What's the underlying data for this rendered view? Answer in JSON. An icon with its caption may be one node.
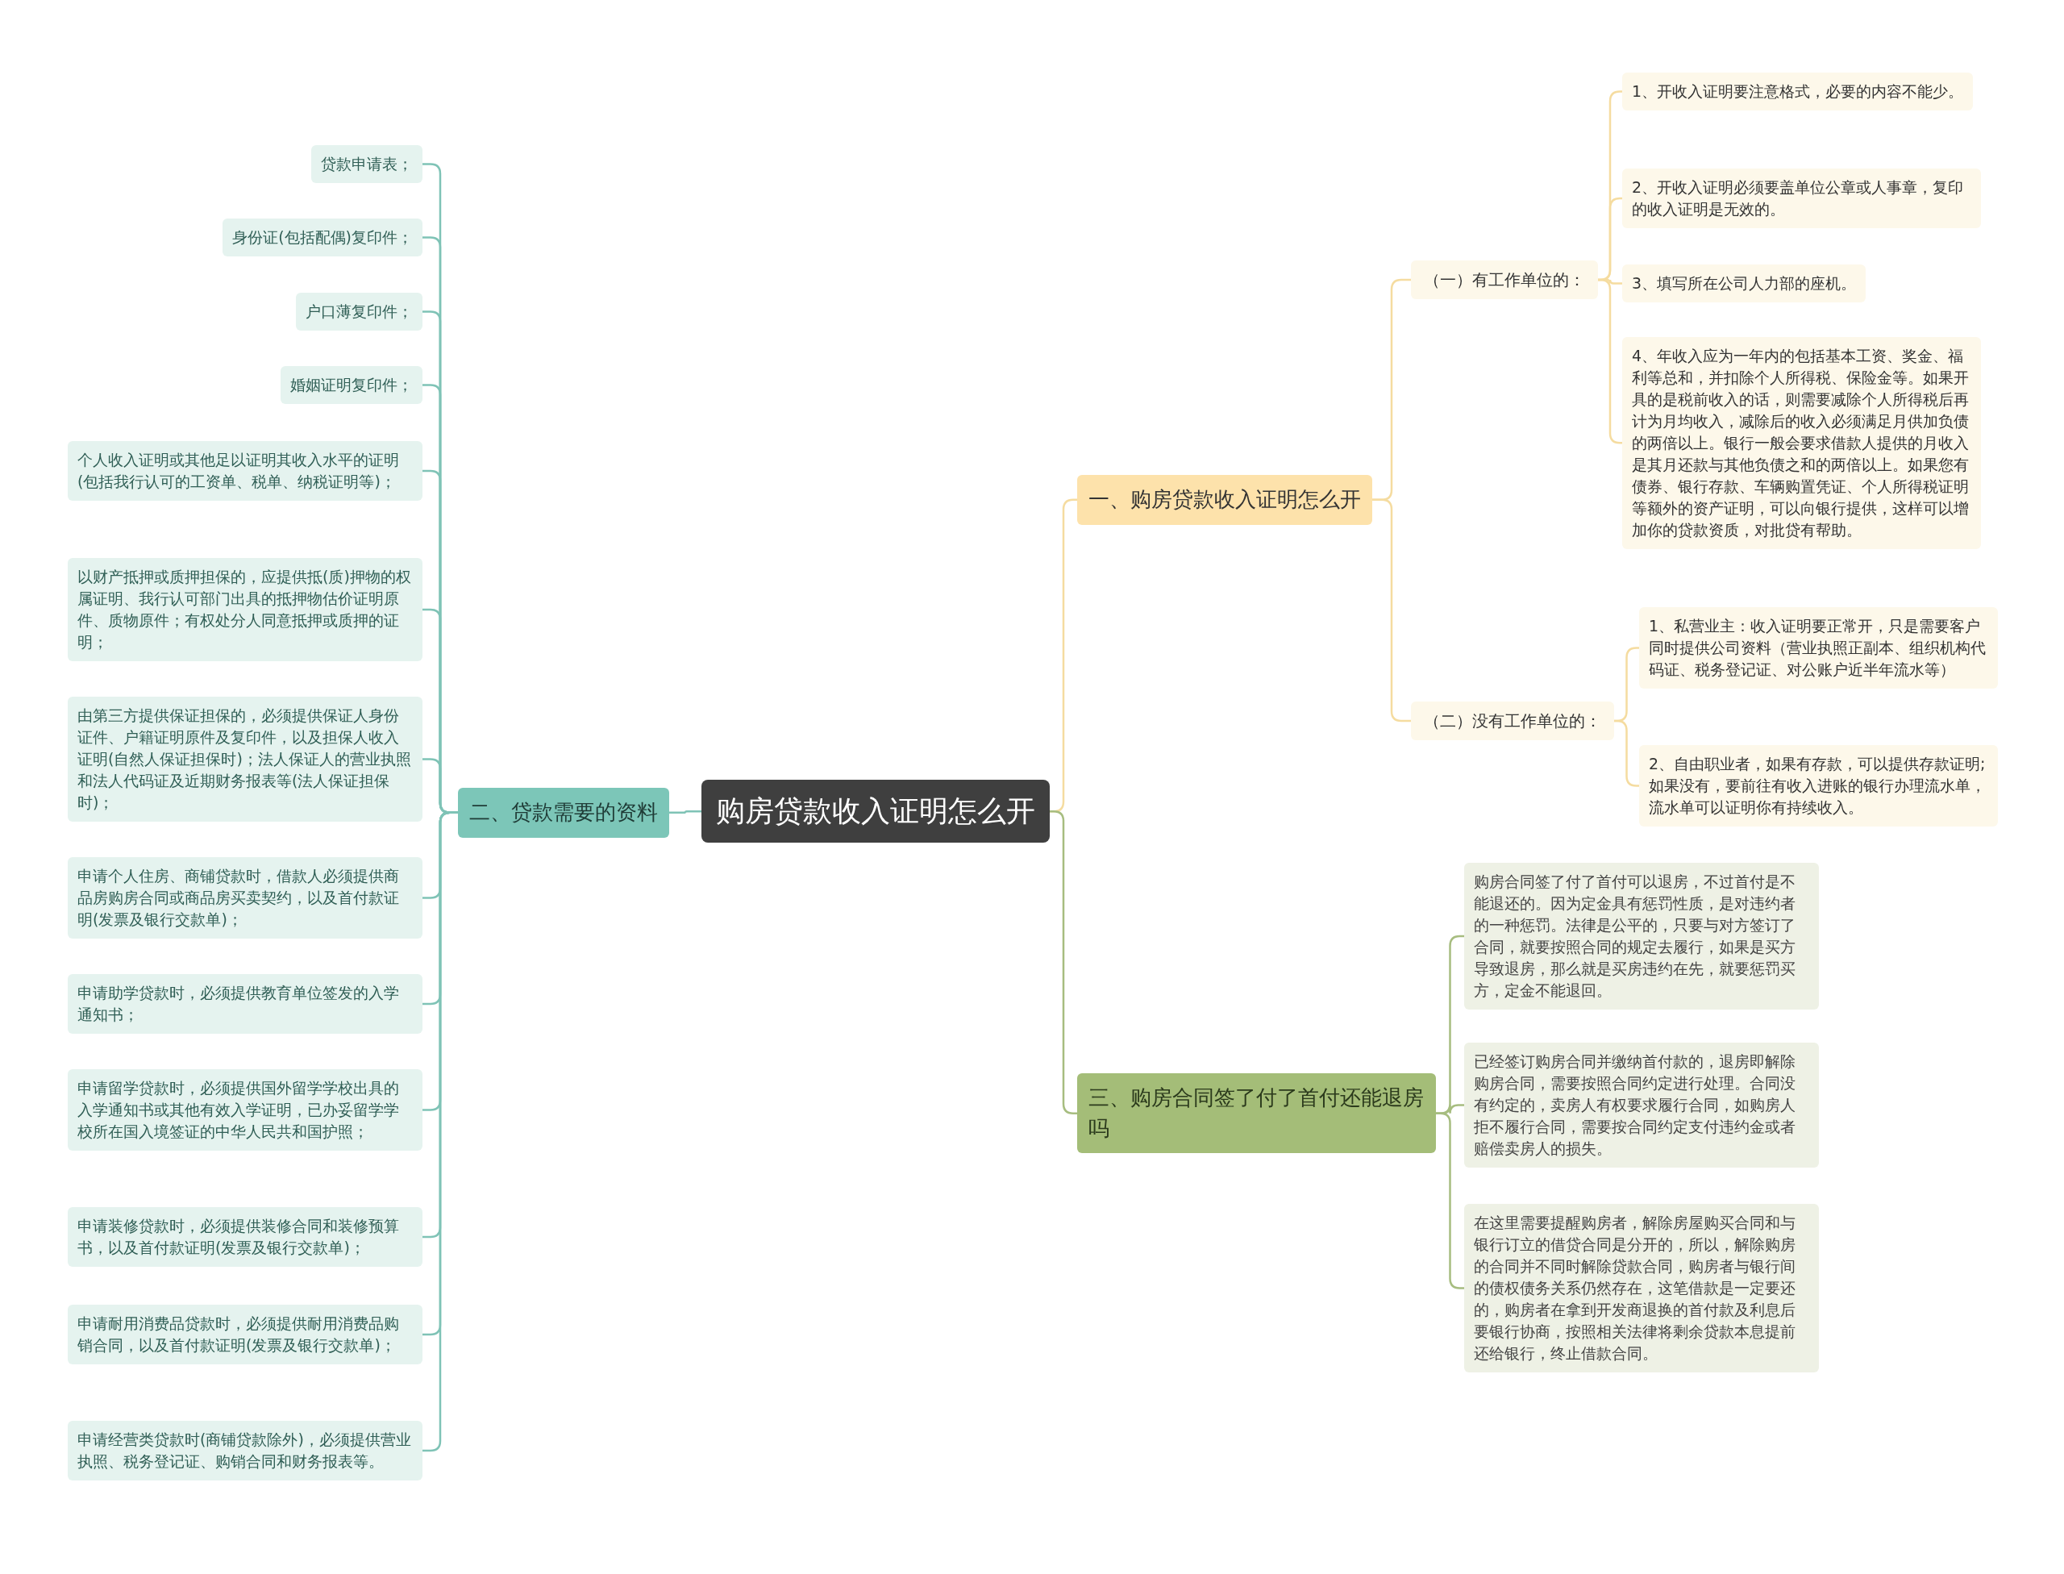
{
  "diagram": {
    "nodes": [
      {
        "text": [
          "购房贷款收入证明怎么开"
        ]
      },
      {
        "text": [
          "一、购房贷款收入证明怎么开"
        ]
      },
      {
        "text": [
          "（一）有工作单位的："
        ]
      },
      {
        "text": [
          "1、开收入证明要注意格式，必要的内容不能少。"
        ]
      },
      {
        "text": [
          "2、开收入证明必须要盖单位公章或人事章，复印的收入证明是无效的。"
        ]
      },
      {
        "text": [
          "3、填写所在公司人力部的座机。"
        ]
      },
      {
        "text": [
          "4、年收入应为一年内的包括基本工资、奖金、福利等总和，并扣除个人所得税、保险金等。如果开具的是税前收入的话，则需要减除个人所得税后再计为月均收入，减除后的收入必须满足月供加负债的两倍以上。银行一般会要求借款人提供的月收入是其月还款与其他负债之和的两倍以上。如果您有债券、银行存款、车辆购置凭证、个人所得税证明等额外的资产证明，可以向银行提供，这样可以增加你的贷款资质，对批贷有帮助。"
        ]
      },
      {
        "text": [
          "（二）没有工作单位的："
        ]
      },
      {
        "text": [
          "1、私营业主：收入证明要正常开，只是需要客户同时提供公司资料（营业执照正副本、组织机构代码证、税务登记证、对公账户近半年流水等）"
        ]
      },
      {
        "text": [
          "2、自由职业者，如果有存款，可以提供存款证明;如果没有，要前往有收入进账的银行办理流水单，流水单可以证明你有持续收入。"
        ]
      },
      {
        "text": [
          "二、贷款需要的资料"
        ]
      },
      {
        "text": [
          "贷款申请表；"
        ]
      },
      {
        "text": [
          "身份证(包括配偶)复印件；"
        ]
      },
      {
        "text": [
          "户口薄复印件；"
        ]
      },
      {
        "text": [
          "婚姻证明复印件；"
        ]
      },
      {
        "text": [
          "个人收入证明或其他足以证明其收入水平的证明(包括我行认可的工资单、税单、纳税证明等)；"
        ]
      },
      {
        "text": [
          "以财产抵押或质押担保的，应提供抵(质)押物的权属证明、我行认可部门出具的抵押物估价证明原件、质物原件；有权处分人同意抵押或质押的证明；"
        ]
      },
      {
        "text": [
          "由第三方提供保证担保的，必须提供保证人身份证件、户籍证明原件及复印件，以及担保人收入证明(自然人保证担保时)；法人保证人的营业执照和法人代码证及近期财务报表等(法人保证担保时)；"
        ]
      },
      {
        "text": [
          "申请个人住房、商铺贷款时，借款人必须提供商品房购房合同或商品房买卖契约，以及首付款证明(发票及银行交款单)；"
        ]
      },
      {
        "text": [
          "申请助学贷款时，必须提供教育单位签发的入学通知书；"
        ]
      },
      {
        "text": [
          "申请留学贷款时，必须提供国外留学学校出具的入学通知书或其他有效入学证明，已办妥留学学校所在国入境签证的中华人民共和国护照；"
        ]
      },
      {
        "text": [
          "申请装修贷款时，必须提供装修合同和装修预算书，以及首付款证明(发票及银行交款单)；"
        ]
      },
      {
        "text": [
          "申请耐用消费品贷款时，必须提供耐用消费品购销合同，以及首付款证明(发票及银行交款单)；"
        ]
      },
      {
        "text": [
          "申请经营类贷款时(商铺贷款除外)，必须提供营业执照、税务登记证、购销合同和财务报表等。"
        ]
      },
      {
        "text": [
          "三、购房合同签了付了首付还能退房吗"
        ]
      },
      {
        "text": [
          "购房合同签了付了首付可以退房，不过首付是不能退还的。因为定金具有惩罚性质，是对违约者的一种惩罚。法律是公平的，只要与对方签订了合同，就要按照合同的规定去履行，如果是买方导致退房，那么就是买房违约在先，就要惩罚买方，定金不能退回。"
        ]
      },
      {
        "text": [
          "已经签订购房合同并缴纳首付款的，退房即解除购房合同，需要按照合同约定进行处理。合同没有约定的，卖房人有权要求履行合同，如购房人拒不履行合同，需要按合同约定支付违约金或者赔偿卖房人的损失。"
        ]
      },
      {
        "text": [
          "在这里需要提醒购房者，解除房屋购买合同和与银行订立的借贷合同是分开的，所以，解除购房的合同并不同时解除贷款合同，购房者与银行间的债权债务关系仍然存在，这笔借款是一定要还的，购房者在拿到开发商退换的首付款及利息后要银行协商，按照相关法律将剩余贷款本息提前还给银行，终止借款合同。"
        ]
      }
    ],
    "edges": [
      {
        "from": 0,
        "to": 1,
        "arrow": "none",
        "color": "#f5dca0"
      },
      {
        "from": 1,
        "to": 2,
        "arrow": "none",
        "color": "#f5dca0"
      },
      {
        "from": 2,
        "to": 3,
        "arrow": "none",
        "color": "#f5dca0"
      },
      {
        "from": 2,
        "to": 4,
        "arrow": "none",
        "color": "#f5dca0"
      },
      {
        "from": 2,
        "to": 5,
        "arrow": "none",
        "color": "#f5dca0"
      },
      {
        "from": 2,
        "to": 6,
        "arrow": "none",
        "color": "#f5dca0"
      },
      {
        "from": 1,
        "to": 7,
        "arrow": "none",
        "color": "#f5dca0"
      },
      {
        "from": 7,
        "to": 8,
        "arrow": "none",
        "color": "#f5dca0"
      },
      {
        "from": 7,
        "to": 9,
        "arrow": "none",
        "color": "#f5dca0"
      },
      {
        "from": 0,
        "to": 10,
        "arrow": "none"
      },
      {
        "from": 10,
        "to": 11,
        "arrow": "none"
      },
      {
        "from": 10,
        "to": 12,
        "arrow": "none"
      },
      {
        "from": 10,
        "to": 13,
        "arrow": "none"
      },
      {
        "from": 10,
        "to": 14,
        "arrow": "none"
      },
      {
        "from": 10,
        "to": 15,
        "arrow": "none"
      },
      {
        "from": 10,
        "to": 16,
        "arrow": "none"
      },
      {
        "from": 10,
        "to": 17,
        "arrow": "none"
      },
      {
        "from": 10,
        "to": 18,
        "arrow": "none"
      },
      {
        "from": 10,
        "to": 19,
        "arrow": "none"
      },
      {
        "from": 10,
        "to": 20,
        "arrow": "none"
      },
      {
        "from": 10,
        "to": 21,
        "arrow": "none"
      },
      {
        "from": 10,
        "to": 22,
        "arrow": "none"
      },
      {
        "from": 10,
        "to": 23,
        "arrow": "none"
      },
      {
        "from": 0,
        "to": 24,
        "arrow": "none",
        "color": "#a7bd80"
      },
      {
        "from": 24,
        "to": 25,
        "arrow": "none",
        "color": "#a7bd80"
      },
      {
        "from": 24,
        "to": 26,
        "arrow": "none",
        "color": "#a7bd80"
      },
      {
        "from": 24,
        "to": 27,
        "arrow": "none",
        "color": "#a7bd80"
      }
    ]
  }
}
